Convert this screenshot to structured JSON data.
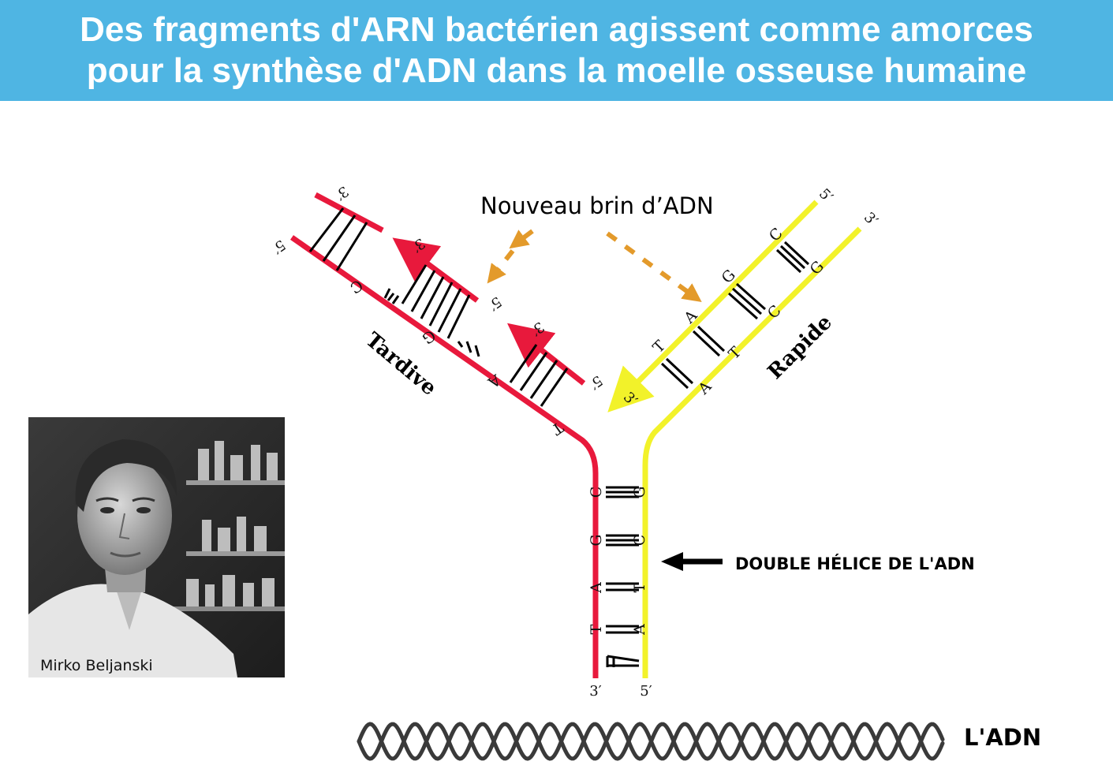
{
  "header": {
    "line1": "Des fragments d'ARN bactérien agissent comme amorces",
    "line2": "pour la synthèse d'ADN dans la moelle osseuse humaine"
  },
  "diagram": {
    "new_strand_label": "Nouveau brin d’ADN",
    "double_helix_label": "DOUBLE HÉLICE DE L'ADN",
    "lagging_label": "Tardive",
    "leading_label": "Rapide",
    "dna_label": "L'ADN",
    "end_3": "3′",
    "end_5": "5′",
    "stem_left_bases": [
      "C",
      "G",
      "A",
      "T"
    ],
    "stem_right_bases": [
      "G",
      "C",
      "T",
      "A"
    ],
    "lagging_bases": [
      "C",
      "G",
      "A",
      "T"
    ],
    "leading_outer_bases": [
      "T",
      "A",
      "G",
      "C"
    ],
    "leading_inner_bases": [
      "A",
      "T",
      "C",
      "G"
    ]
  },
  "photo": {
    "caption": "Mirko Beljanski"
  },
  "colors": {
    "header_bg": "#4fb5e3",
    "lagging_strand": "#e8193c",
    "leading_strand": "#f2f22a",
    "arrow_orange": "#e39a2b"
  }
}
